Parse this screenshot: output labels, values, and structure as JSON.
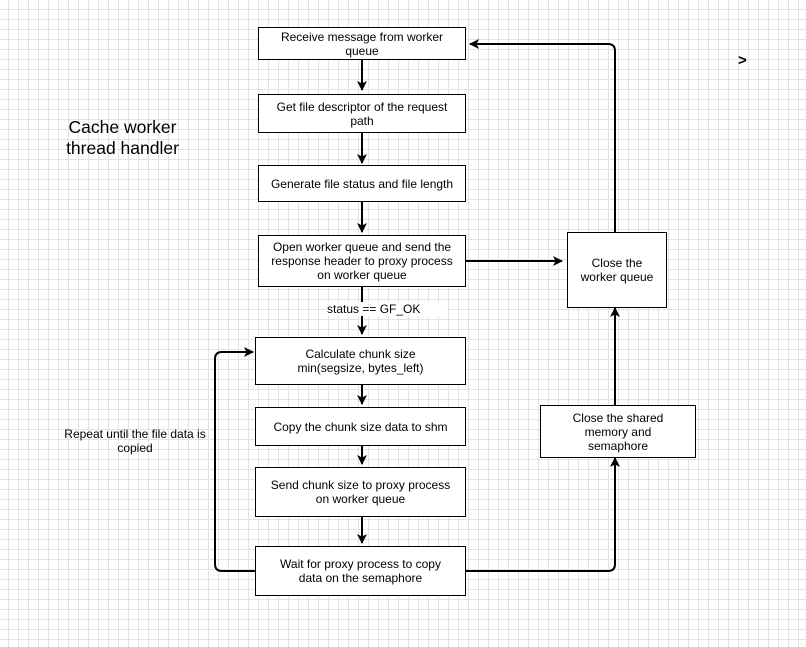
{
  "diagram": {
    "title_line1": "Cache worker",
    "title_line2": "thread handler",
    "nodes": {
      "receive": "Receive message from worker queue",
      "get_fd": "Get file descriptor of the request path",
      "gen_status": "Generate file status and file length",
      "open_queue": "Open worker queue and send the response header to proxy process on worker queue",
      "calc_chunk": "Calculate chunk size min(segsize, bytes_left)",
      "copy_shm": "Copy the chunk size data to shm",
      "send_chunk": "Send chunk size to proxy process on worker queue",
      "wait_proxy": "Wait for proxy process to copy data on the semaphore",
      "close_shm": "Close the shared memory and semaphore",
      "close_queue": "Close the worker queue"
    },
    "edge_labels": {
      "status_ok": "status == GF_OK",
      "repeat": "Repeat until the file data is copied"
    },
    "cursor_glyph": ">"
  }
}
